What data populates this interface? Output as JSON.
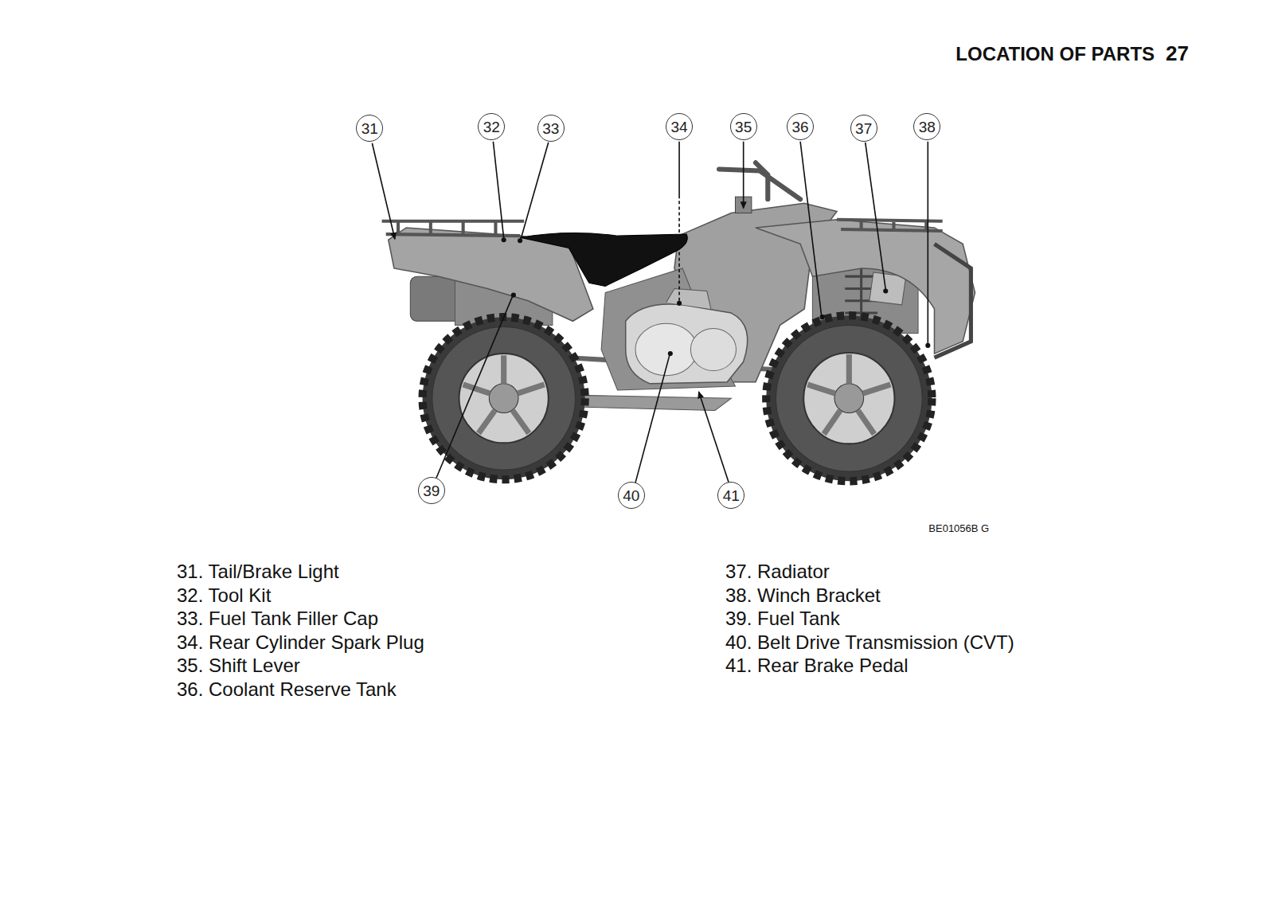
{
  "diagram": {
    "title": "LOCATION OF PARTS",
    "nodes": [
      {
        "text": [
          "31"
        ]
      },
      {
        "text": [
          "32"
        ]
      },
      {
        "text": [
          "33"
        ]
      },
      {
        "text": [
          "34"
        ]
      },
      {
        "text": [
          "35"
        ]
      },
      {
        "text": [
          "36"
        ]
      },
      {
        "text": [
          "37"
        ]
      },
      {
        "text": [
          "38"
        ]
      },
      {
        "text": [
          "39"
        ]
      },
      {
        "text": [
          "40"
        ]
      },
      {
        "text": [
          "41"
        ]
      }
    ],
    "labels": [
      "27",
      "BE01056B G",
      "31. Tail/Brake Light",
      "32. Tool Kit",
      "33. Fuel Tank Filler Cap",
      "34. Rear Cylinder Spark Plug",
      "35. Shift Lever",
      "36. Coolant Reserve Tank",
      "37. Radiator",
      "38. Winch Bracket",
      "39. Fuel Tank",
      "40. Belt Drive Transmission (CVT)",
      "41. Rear Brake Pedal"
    ]
  }
}
